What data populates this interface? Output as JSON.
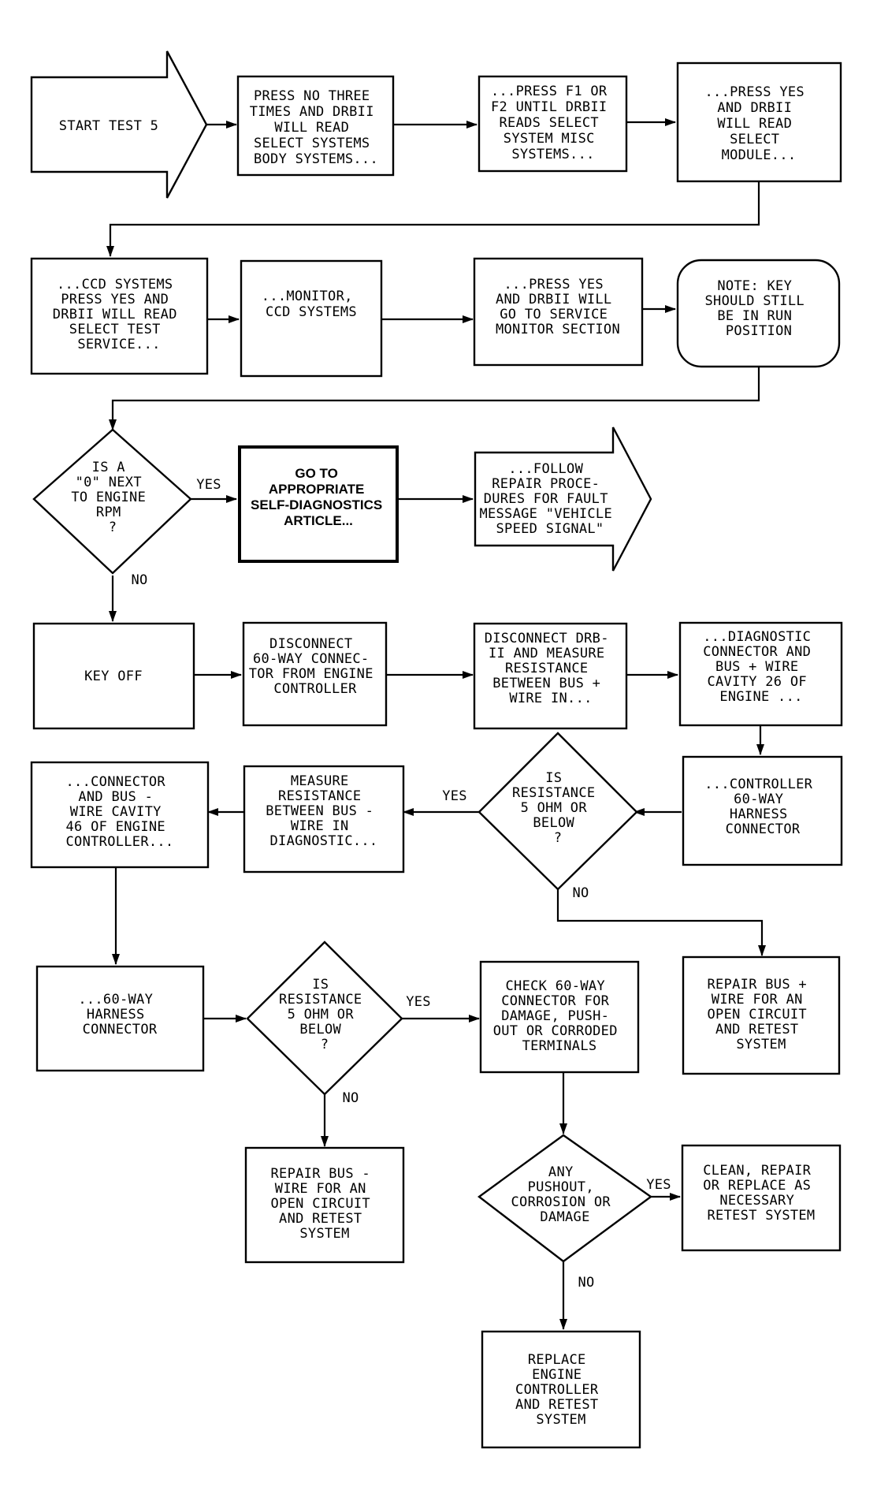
{
  "nodes": {
    "start": [
      "START TEST 5"
    ],
    "n1": [
      "PRESS NO THREE",
      "TIMES AND DRBII",
      "WILL READ",
      "SELECT SYSTEMS",
      "BODY SYSTEMS..."
    ],
    "n2": [
      "...PRESS F1 OR",
      "F2 UNTIL DRBII",
      "READS SELECT",
      "SYSTEM MISC",
      "SYSTEMS..."
    ],
    "n3": [
      "...PRESS YES",
      "AND DRBII",
      "WILL READ",
      "SELECT",
      "MODULE..."
    ],
    "n4": [
      "...CCD SYSTEMS",
      "PRESS YES AND",
      "DRBII WILL READ",
      "SELECT TEST",
      "SERVICE..."
    ],
    "n5": [
      "...MONITOR,",
      "CCD SYSTEMS"
    ],
    "n6": [
      "...PRESS YES",
      "AND DRBII WILL",
      "GO TO SERVICE",
      "MONITOR SECTION"
    ],
    "n7": [
      "NOTE: KEY",
      "SHOULD STILL",
      "BE IN RUN",
      "POSITION"
    ],
    "d1": [
      "IS A",
      "\"0\" NEXT",
      "TO ENGINE",
      "RPM",
      "?"
    ],
    "n8": [
      "GO TO",
      "APPROPRIATE",
      "SELF-DIAGNOSTICS",
      "ARTICLE..."
    ],
    "n9": [
      "...FOLLOW",
      "REPAIR PROCE-",
      "DURES FOR FAULT",
      "MESSAGE \"VEHICLE",
      "SPEED SIGNAL\""
    ],
    "n10": [
      "KEY OFF"
    ],
    "n11": [
      "DISCONNECT",
      "60-WAY CONNEC-",
      "TOR FROM ENGINE",
      "CONTROLLER"
    ],
    "n12": [
      "DISCONNECT DRB-",
      "II AND MEASURE",
      "RESISTANCE",
      "BETWEEN BUS +",
      "WIRE IN..."
    ],
    "n13": [
      "...DIAGNOSTIC",
      "CONNECTOR AND",
      "BUS + WIRE",
      "CAVITY 26 OF",
      "ENGINE ..."
    ],
    "n14": [
      "...CONTROLLER",
      "60-WAY",
      "HARNESS",
      "CONNECTOR"
    ],
    "d2": [
      "IS",
      "RESISTANCE",
      "5 OHM OR",
      "BELOW",
      "?"
    ],
    "n15": [
      "MEASURE",
      "RESISTANCE",
      "BETWEEN BUS -",
      "WIRE IN",
      "DIAGNOSTIC..."
    ],
    "n16": [
      "...CONNECTOR",
      "AND BUS -",
      "WIRE CAVITY",
      "46 OF ENGINE",
      "CONTROLLER..."
    ],
    "n17": [
      "REPAIR BUS +",
      "WIRE FOR AN",
      "OPEN CIRCUIT",
      "AND RETEST",
      "SYSTEM"
    ],
    "n18": [
      "...60-WAY",
      "HARNESS",
      "CONNECTOR"
    ],
    "d3": [
      "IS",
      "RESISTANCE",
      "5 OHM OR",
      "BELOW",
      "?"
    ],
    "n19": [
      "CHECK 60-WAY",
      "CONNECTOR FOR",
      "DAMAGE, PUSH-",
      "OUT OR CORRODED",
      "TERMINALS"
    ],
    "n20": [
      "REPAIR BUS -",
      "WIRE FOR AN",
      "OPEN CIRCUIT",
      "AND RETEST",
      "SYSTEM"
    ],
    "d4": [
      "ANY",
      "PUSHOUT,",
      "CORROSION OR",
      "DAMAGE"
    ],
    "n21": [
      "CLEAN, REPAIR",
      "OR REPLACE AS",
      "NECESSARY",
      "RETEST SYSTEM"
    ],
    "n22": [
      "REPLACE",
      "ENGINE",
      "CONTROLLER",
      "AND RETEST",
      "SYSTEM"
    ]
  },
  "labels": {
    "d1_yes": "YES",
    "d1_no": "NO",
    "d2_yes": "YES",
    "d2_no": "NO",
    "d3_yes": "YES",
    "d3_no": "NO",
    "d4_yes": "YES",
    "d4_no": "NO"
  }
}
